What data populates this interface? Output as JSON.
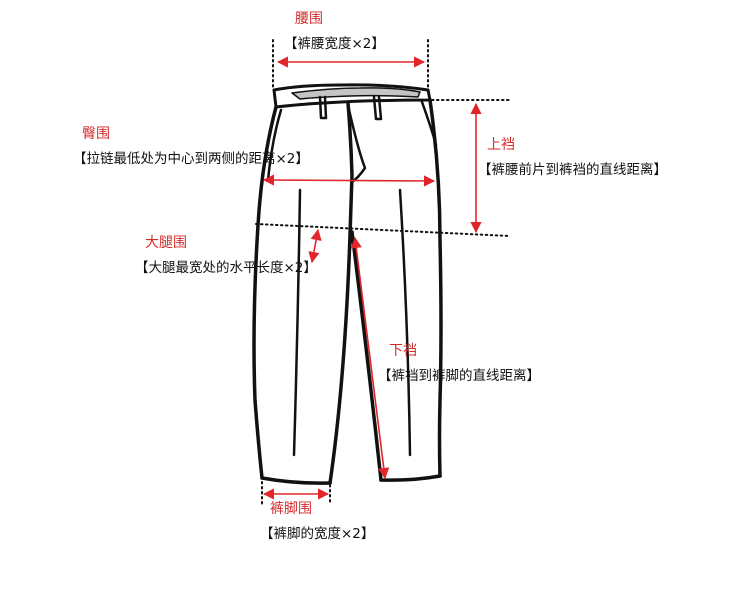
{
  "colors": {
    "label": "#d42a2a",
    "arrow": "#e0262b",
    "outline": "#111111",
    "text": "#111111",
    "waistband_fill": "#c4c4c4"
  },
  "measurements": {
    "waist": {
      "title": "腰围",
      "description": "【裤腰宽度×2】"
    },
    "hip": {
      "title": "臀围",
      "description": "【拉链最低处为中心到两侧的距离×2】"
    },
    "front_rise": {
      "title": "上裆",
      "description": "【裤腰前片到裤裆的直线距离】"
    },
    "thigh": {
      "title": "大腿围",
      "description": "【大腿最宽处的水平长度×2】"
    },
    "inseam": {
      "title": "下裆",
      "description": "【裤裆到裤脚的直线距离】"
    },
    "leg_opening": {
      "title": "裤脚围",
      "description": "【裤脚的宽度×2】"
    }
  }
}
